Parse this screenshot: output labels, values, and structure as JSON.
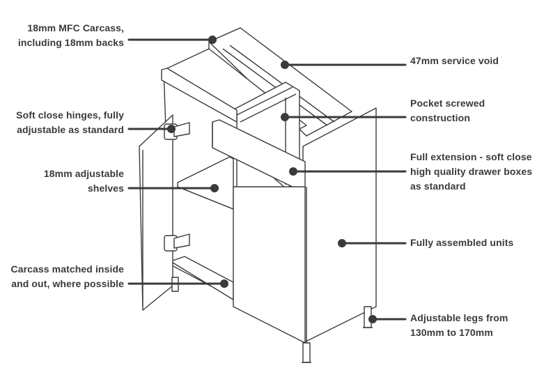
{
  "diagram": {
    "title": "Base unit construction callouts",
    "colors": {
      "line": "#3a3a3a",
      "text": "#3a3a3a",
      "background": "#ffffff"
    },
    "labels_left": [
      {
        "id": "carcass",
        "lines": [
          "18mm MFC Carcass,",
          "including 18mm backs"
        ]
      },
      {
        "id": "hinges",
        "lines": [
          "Soft close hinges, fully",
          "adjustable as standard"
        ]
      },
      {
        "id": "shelves",
        "lines": [
          "18mm adjustable",
          "shelves"
        ]
      },
      {
        "id": "matched",
        "lines": [
          "Carcass matched inside",
          "and out, where possible"
        ]
      }
    ],
    "labels_right": [
      {
        "id": "void",
        "lines": [
          "47mm service void"
        ]
      },
      {
        "id": "pocket",
        "lines": [
          "Pocket screwed",
          "construction"
        ]
      },
      {
        "id": "extension",
        "lines": [
          "Full extension - soft close",
          "high quality drawer boxes",
          "as standard"
        ]
      },
      {
        "id": "assembled",
        "lines": [
          "Fully assembled units"
        ]
      },
      {
        "id": "legs",
        "lines": [
          "Adjustable legs from",
          "130mm to 170mm"
        ]
      }
    ]
  }
}
